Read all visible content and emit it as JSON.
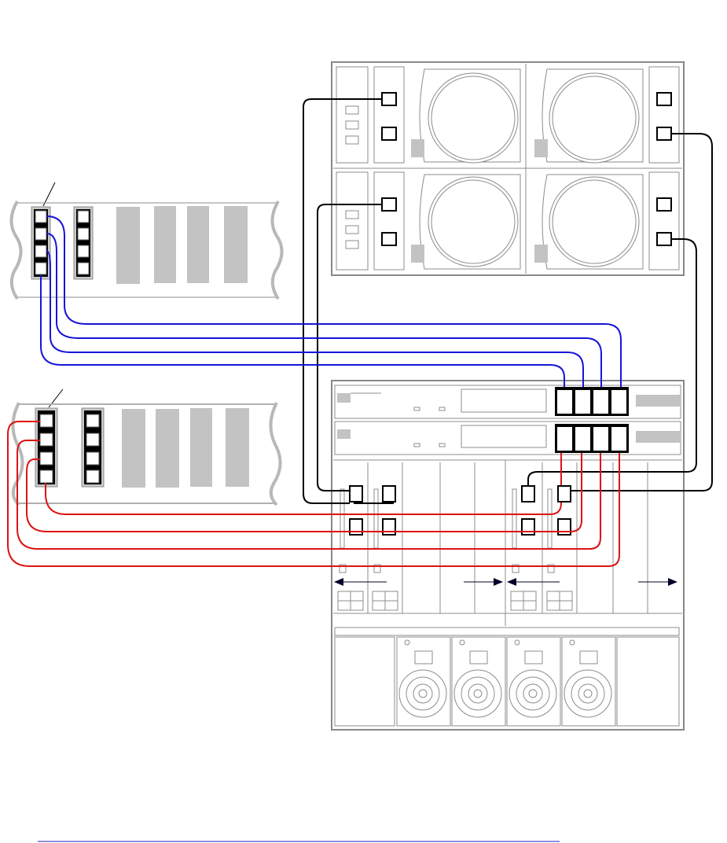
{
  "diagram": {
    "description_visible_text": [],
    "colors": {
      "cable_black": "#000000",
      "cable_blue": "#1515d8",
      "cable_red": "#dd1313",
      "chassis_outline": "#888888",
      "component_fill": "#c3c3c3",
      "footer_rule": "#2020c0"
    },
    "hosts": [
      {
        "id": "host-top",
        "hba_port_count": 4,
        "cable_color": "blue"
      },
      {
        "id": "host-bottom",
        "hba_port_count": 4,
        "cable_color": "red"
      }
    ],
    "storage_array": {
      "disk_trays": 2,
      "fans_per_tray": 2,
      "switch_units": 2,
      "switch_ports_per_unit": 4,
      "controller_modules": 2,
      "power_supplies": 4
    }
  }
}
